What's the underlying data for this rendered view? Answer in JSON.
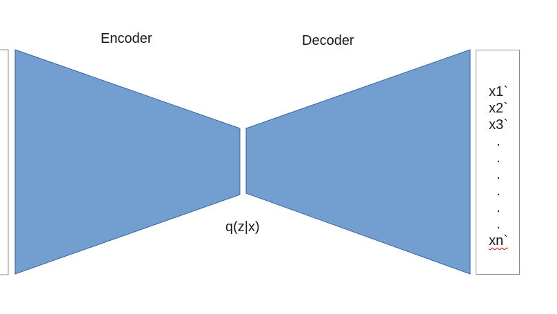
{
  "encoder": {
    "label": "Encoder"
  },
  "decoder": {
    "label": "Decoder"
  },
  "latent": {
    "label": "q(z|x)"
  },
  "output": {
    "items": [
      "x1`",
      "x2`",
      "x3`",
      ".",
      ".",
      ".",
      ".",
      ".",
      ".",
      "xn`"
    ]
  },
  "colors": {
    "shape_fill": "#729fcf",
    "shape_stroke": "#3465a4",
    "box_border": "#8a8a8a"
  }
}
